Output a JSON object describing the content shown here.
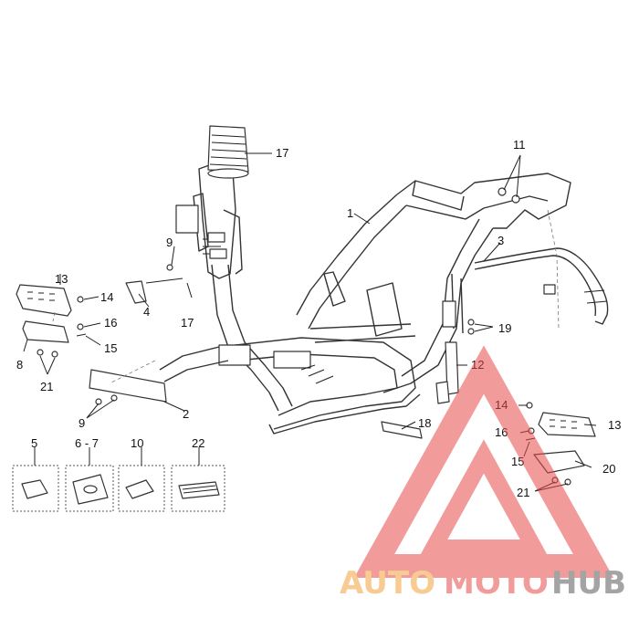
{
  "callouts": {
    "c1": "1",
    "c2": "2",
    "c3": "3",
    "c4": "4",
    "c5": "5",
    "c6_7": "6 - 7",
    "c8": "8",
    "c9a": "9",
    "c9b": "9",
    "c10": "10",
    "c11": "11",
    "c12": "12",
    "c13a": "13",
    "c13b": "13",
    "c14a": "14",
    "c14b": "14",
    "c15a": "15",
    "c15b": "15",
    "c16a": "16",
    "c16b": "16",
    "c17a": "17",
    "c17b": "17",
    "c18": "18",
    "c19": "19",
    "c20": "20",
    "c21a": "21",
    "c21b": "21",
    "c22": "22"
  },
  "watermark": {
    "part1": "AUTO",
    "part2": "MOTO",
    "part3": "HUB",
    "colors": {
      "triangle": "#e84a4a",
      "auto": "#f2a23a",
      "moto": "#e84a4a",
      "hub": "#5a5a5a"
    }
  }
}
